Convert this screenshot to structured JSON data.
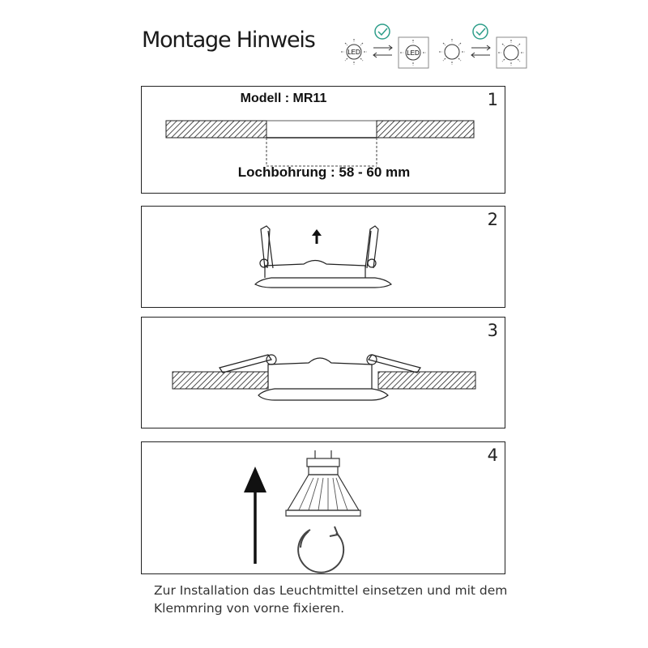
{
  "title": "Montage Hinweis",
  "legend": {
    "led_label": "LED",
    "icons": [
      "led-bulb-icon",
      "check-circle-icon",
      "swap-arrows-icon",
      "sun-bulb-icon"
    ]
  },
  "steps": [
    {
      "number": "1",
      "model_label": "Modell : MR11",
      "hole_label": "Lochbohrung : 58 - 60 mm"
    },
    {
      "number": "2"
    },
    {
      "number": "3"
    },
    {
      "number": "4"
    }
  ],
  "caption": {
    "line1": "Zur Installation das Leuchtmittel einsetzen und mit dem",
    "line2": "Klemmring von vorne fixieren."
  },
  "colors": {
    "check": "#2e9e8a",
    "line": "#1a1a1a"
  }
}
